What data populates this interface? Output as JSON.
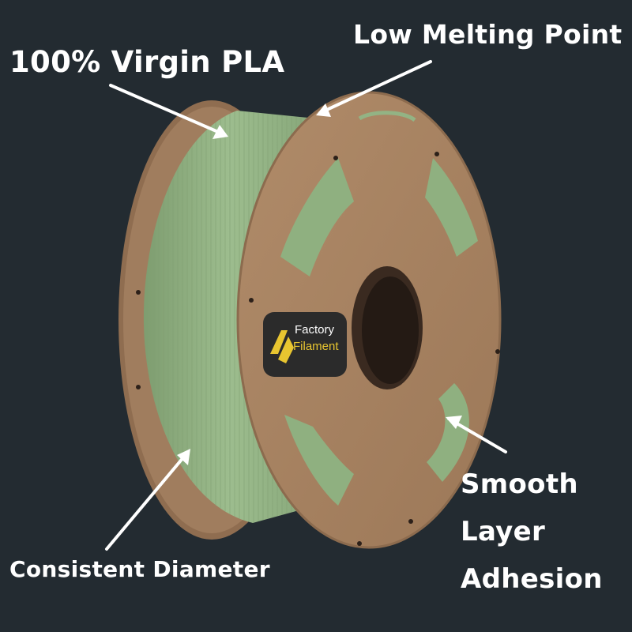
{
  "callouts": {
    "virgin_pla": "100% Virgin PLA",
    "low_melting_point": "Low Melting Point",
    "consistent_diameter": "Consistent Diameter",
    "smooth_layer_adhesion": [
      "Smooth",
      "Layer",
      "Adhesion"
    ]
  },
  "logo": {
    "line1": "Factory",
    "line2": "Filament",
    "accent_color": "#e8c530"
  },
  "colors": {
    "background": "#232b31",
    "filament": "#93b384",
    "cardboard": "#a98463",
    "arrow": "#ffffff"
  }
}
